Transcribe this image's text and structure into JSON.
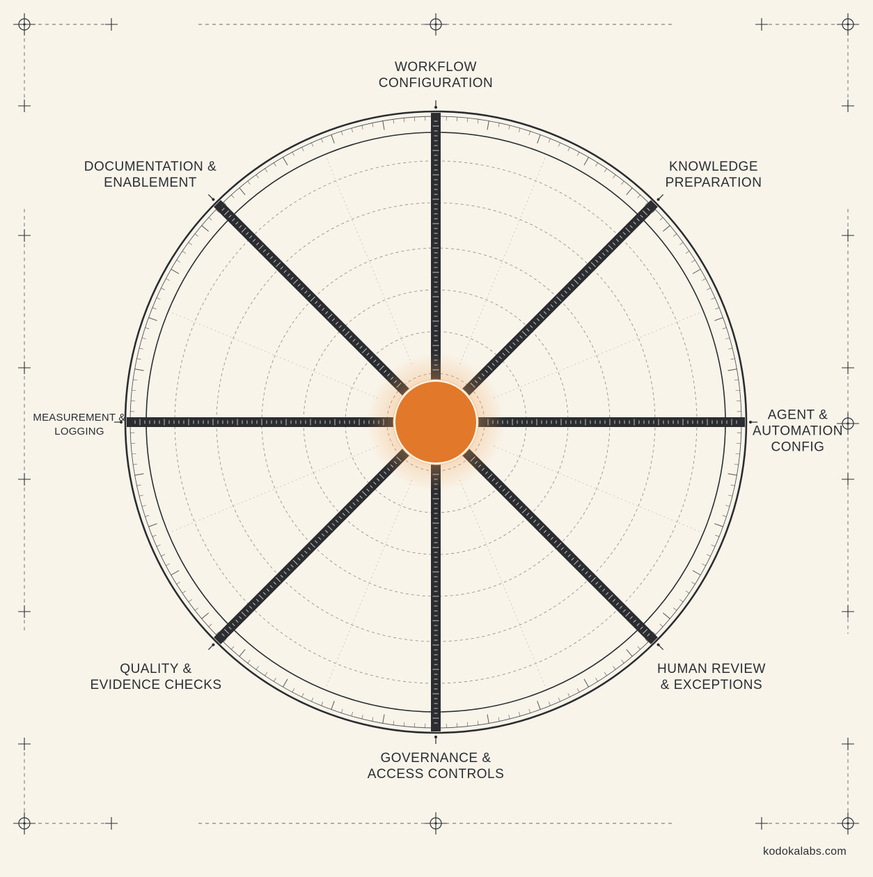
{
  "diagram": {
    "spokes": [
      {
        "id": "workflow-configuration",
        "lines": [
          "WORKFLOW",
          "CONFIGURATION"
        ]
      },
      {
        "id": "knowledge-preparation",
        "lines": [
          "KNOWLEDGE",
          "PREPARATION"
        ]
      },
      {
        "id": "agent-automation-config",
        "lines": [
          "AGENT &",
          "AUTOMATION",
          "CONFIG"
        ]
      },
      {
        "id": "human-review-exceptions",
        "lines": [
          "HUMAN REVIEW",
          "& EXCEPTIONS"
        ]
      },
      {
        "id": "governance-access-controls",
        "lines": [
          "GOVERNANCE &",
          "ACCESS CONTROLS"
        ]
      },
      {
        "id": "quality-evidence-checks",
        "lines": [
          "QUALITY &",
          "EVIDENCE CHECKS"
        ]
      },
      {
        "id": "measurement-logging",
        "lines": [
          "MEASUREMENT &",
          "LOGGING"
        ]
      },
      {
        "id": "documentation-enablement",
        "lines": [
          "DOCUMENTATION &",
          "ENABLEMENT"
        ]
      }
    ],
    "colors": {
      "background": "#f8f4ea",
      "ink": "#2b2d31",
      "hub": "#e2782a",
      "hub_glow": "#f3a35a"
    }
  },
  "footer": {
    "watermark": "kodokalabs.com"
  }
}
